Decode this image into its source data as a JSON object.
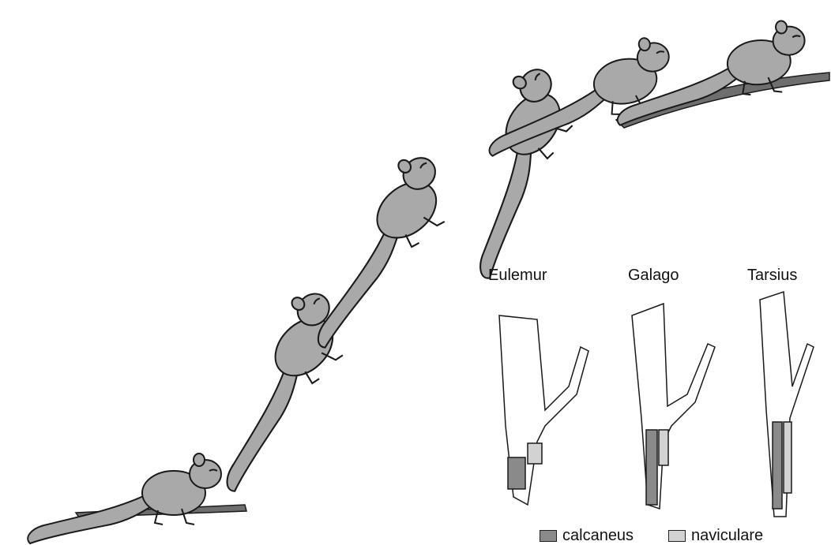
{
  "feet": {
    "eulemur": "Eulemur",
    "galago": "Galago",
    "tarsius": "Tarsius"
  },
  "legend": {
    "calcaneus": "calcaneus",
    "naviculare": "naviculare"
  },
  "colors": {
    "body": "#a9a9a9",
    "branch": "#6e6e6e",
    "calcaneus": "#8a8a8a",
    "naviculare": "#d2d2d2",
    "outline": "#1a1a1a"
  }
}
